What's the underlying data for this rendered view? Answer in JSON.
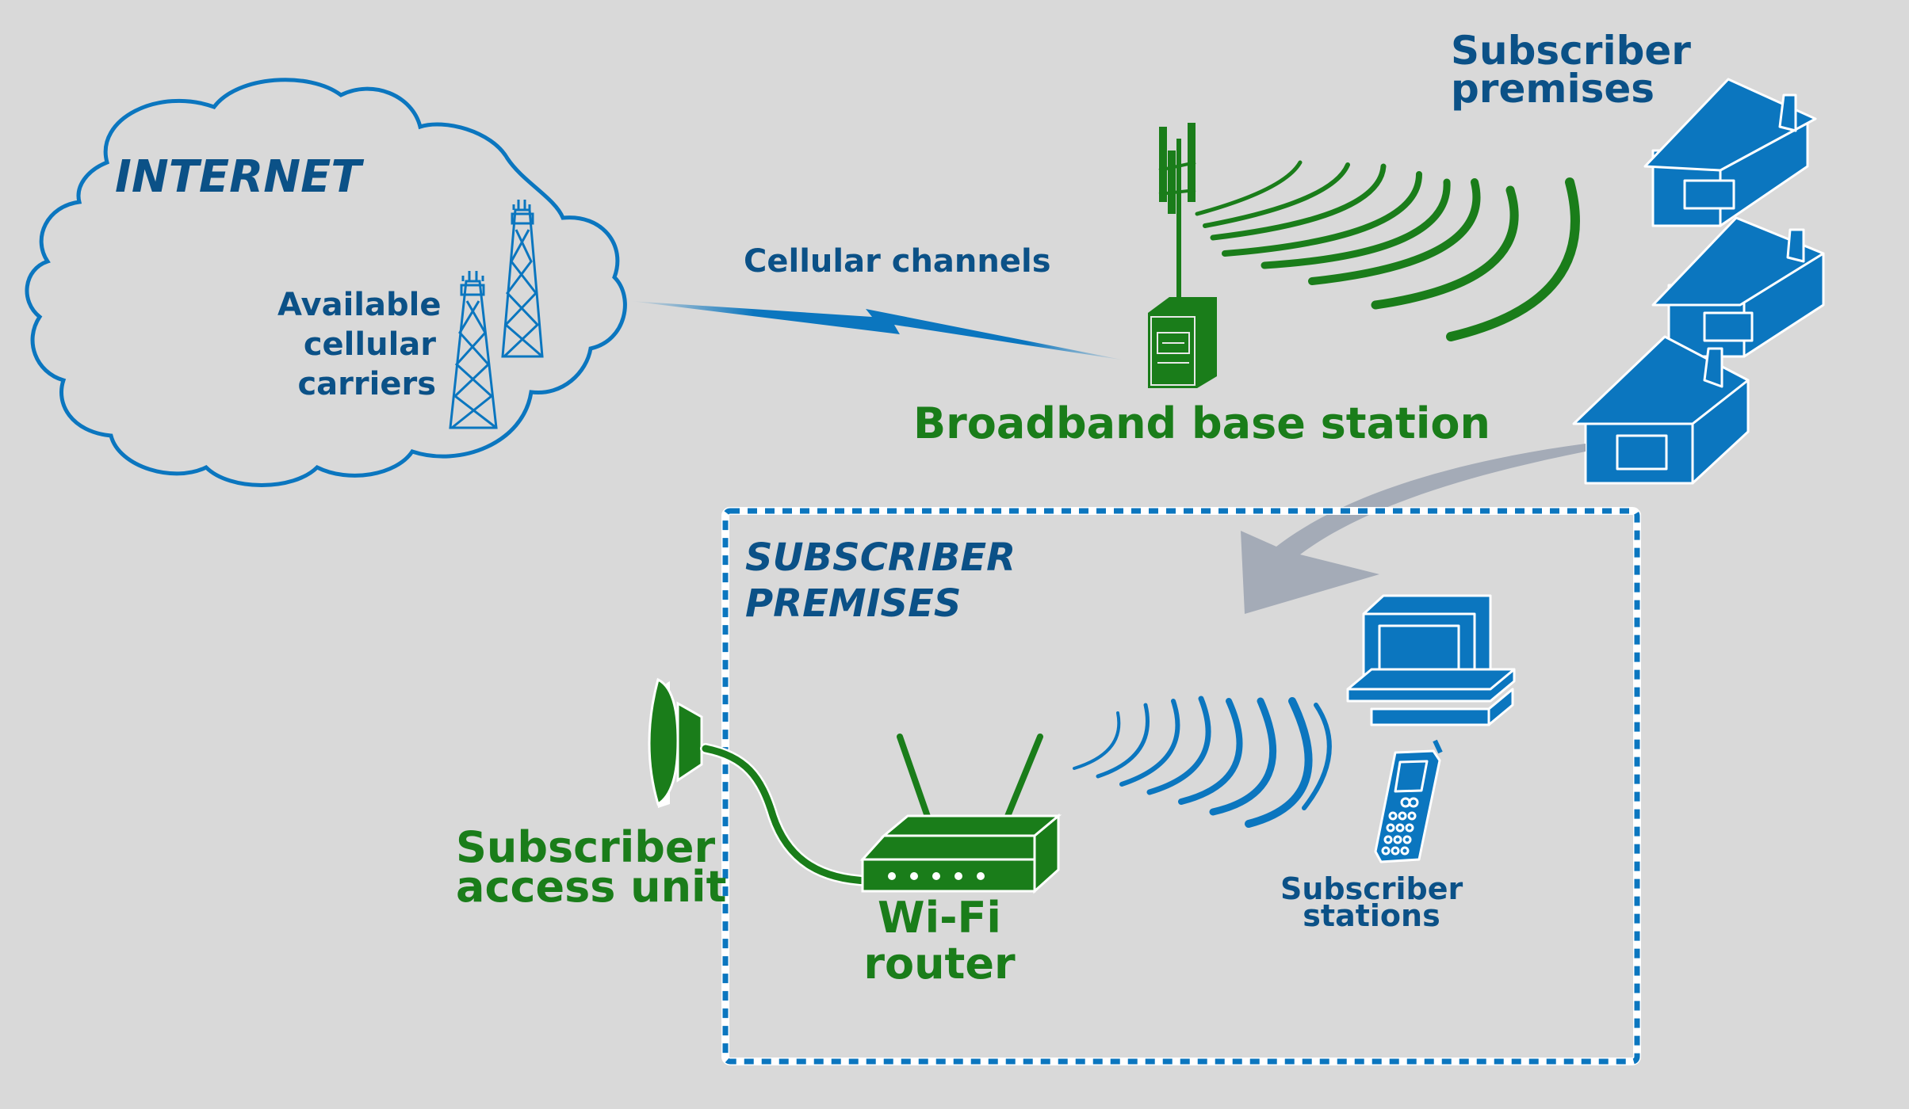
{
  "internet": {
    "title": "INTERNET",
    "carriers_label": [
      "Available",
      "cellular",
      "carriers"
    ]
  },
  "link": {
    "label": "Cellular channels"
  },
  "base_station": {
    "label": "Broadband base station"
  },
  "premises_top": {
    "label": [
      "Subscriber",
      "premises"
    ]
  },
  "subscriber_box": {
    "title": [
      "SUBSCRIBER",
      "PREMISES"
    ],
    "access_unit_label": [
      "Subscriber",
      "access unit"
    ],
    "router_label": [
      "Wi-Fi",
      "router"
    ],
    "stations_label": [
      "Subscriber",
      "stations"
    ]
  },
  "colors": {
    "background": "#d9d9d9",
    "blue": "#0b76bf",
    "dark_blue_text": "#0b5187",
    "green": "#1a7d1a",
    "arrow_gray": "#a4abb7"
  },
  "icons": [
    "cloud-icon",
    "cell-tower-icon",
    "lightning-link-icon",
    "base-station-icon",
    "radio-waves-icon",
    "house-icon",
    "curved-arrow-icon",
    "dish-antenna-icon",
    "wifi-router-icon",
    "desktop-computer-icon",
    "mobile-phone-icon"
  ]
}
